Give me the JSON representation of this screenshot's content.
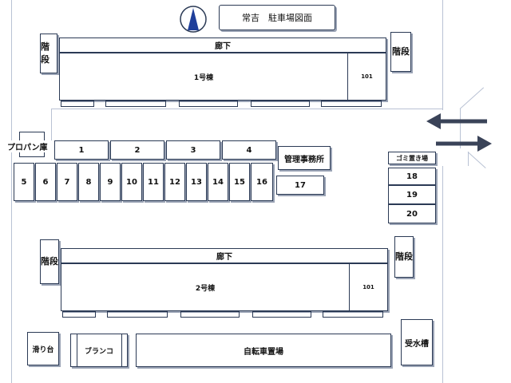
{
  "title": "常吉　駐車場図面",
  "building1": {
    "corridor": "廊下",
    "name": "1号棟",
    "room": "101",
    "stairs": "階段"
  },
  "building2": {
    "corridor": "廊下",
    "name": "2号棟",
    "room": "101",
    "stairs": "階段"
  },
  "propane": "プロパン庫",
  "office": "管理事務所",
  "garbage": "ゴミ置き場",
  "lots_top": [
    "1",
    "2",
    "3",
    "4"
  ],
  "lots_row": [
    "5",
    "6",
    "7",
    "8",
    "9",
    "10",
    "11",
    "12",
    "13",
    "14",
    "15",
    "16"
  ],
  "lot17": "17",
  "lots_right": [
    "18",
    "19",
    "20"
  ],
  "slide": "滑り台",
  "swing": "ブランコ",
  "bicycle": "自転車置場",
  "water_tank": "受水槽",
  "colors": {
    "line": "#2b3a55",
    "arrow": "#3a4358",
    "compass": "#1f3f9a"
  }
}
